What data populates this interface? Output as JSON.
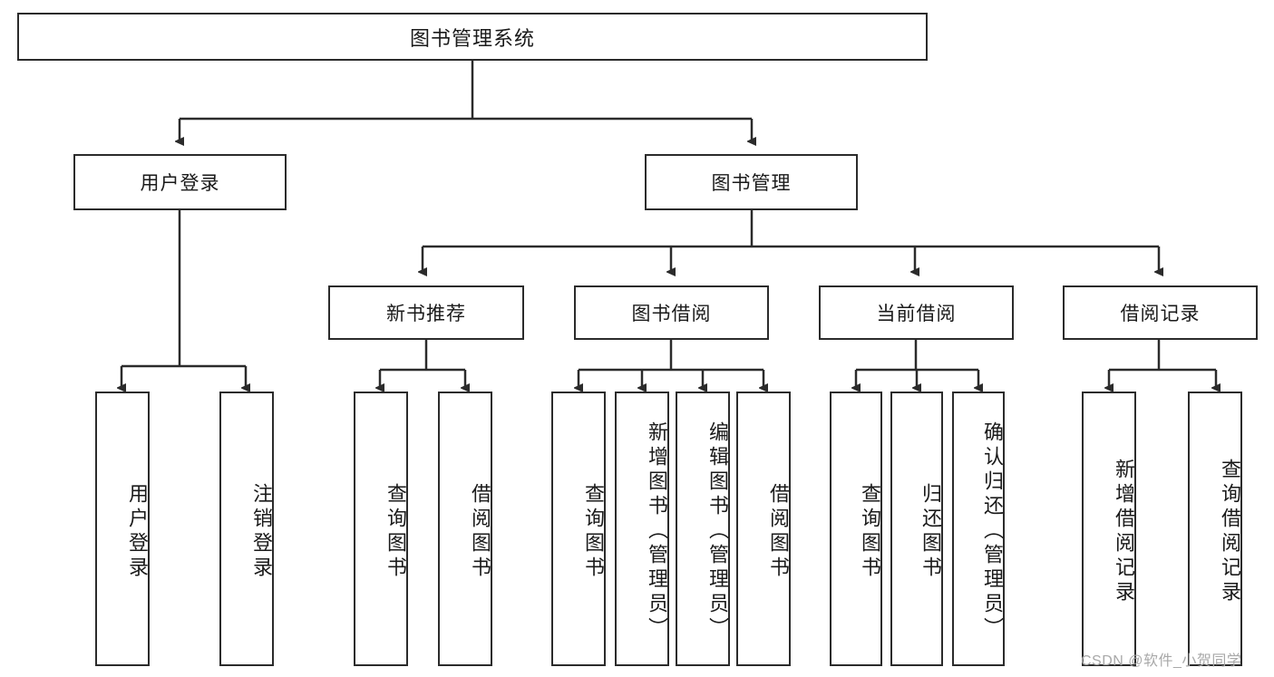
{
  "diagram": {
    "title": "图书管理系统",
    "type": "tree-hierarchy-diagram",
    "root": {
      "label": "图书管理系统"
    },
    "level2": [
      {
        "label": "用户登录"
      },
      {
        "label": "图书管理"
      }
    ],
    "level3": [
      {
        "label": "新书推荐"
      },
      {
        "label": "图书借阅"
      },
      {
        "label": "当前借阅"
      },
      {
        "label": "借阅记录"
      }
    ],
    "leaves": {
      "user_login": [
        {
          "label": "用户登录"
        },
        {
          "label": "注销登录"
        }
      ],
      "new_book_recommend": [
        {
          "label": "查询图书"
        },
        {
          "label": "借阅图书"
        }
      ],
      "book_borrow": [
        {
          "label": "查询图书"
        },
        {
          "label": "新增图书（管理员）"
        },
        {
          "label": "编辑图书（管理员）"
        },
        {
          "label": "借阅图书"
        }
      ],
      "current_borrow": [
        {
          "label": "查询图书"
        },
        {
          "label": "归还图书"
        },
        {
          "label": "确认归还（管理员）"
        }
      ],
      "borrow_record": [
        {
          "label": "新增借阅记录"
        },
        {
          "label": "查询借阅记录"
        }
      ]
    }
  },
  "watermark": {
    "text": "CSDN @软件_小贺同学"
  },
  "colors": {
    "stroke": "#2b2b2b",
    "background": "#ffffff",
    "text": "#1a1a1a",
    "watermark": "#a8a8a8"
  }
}
